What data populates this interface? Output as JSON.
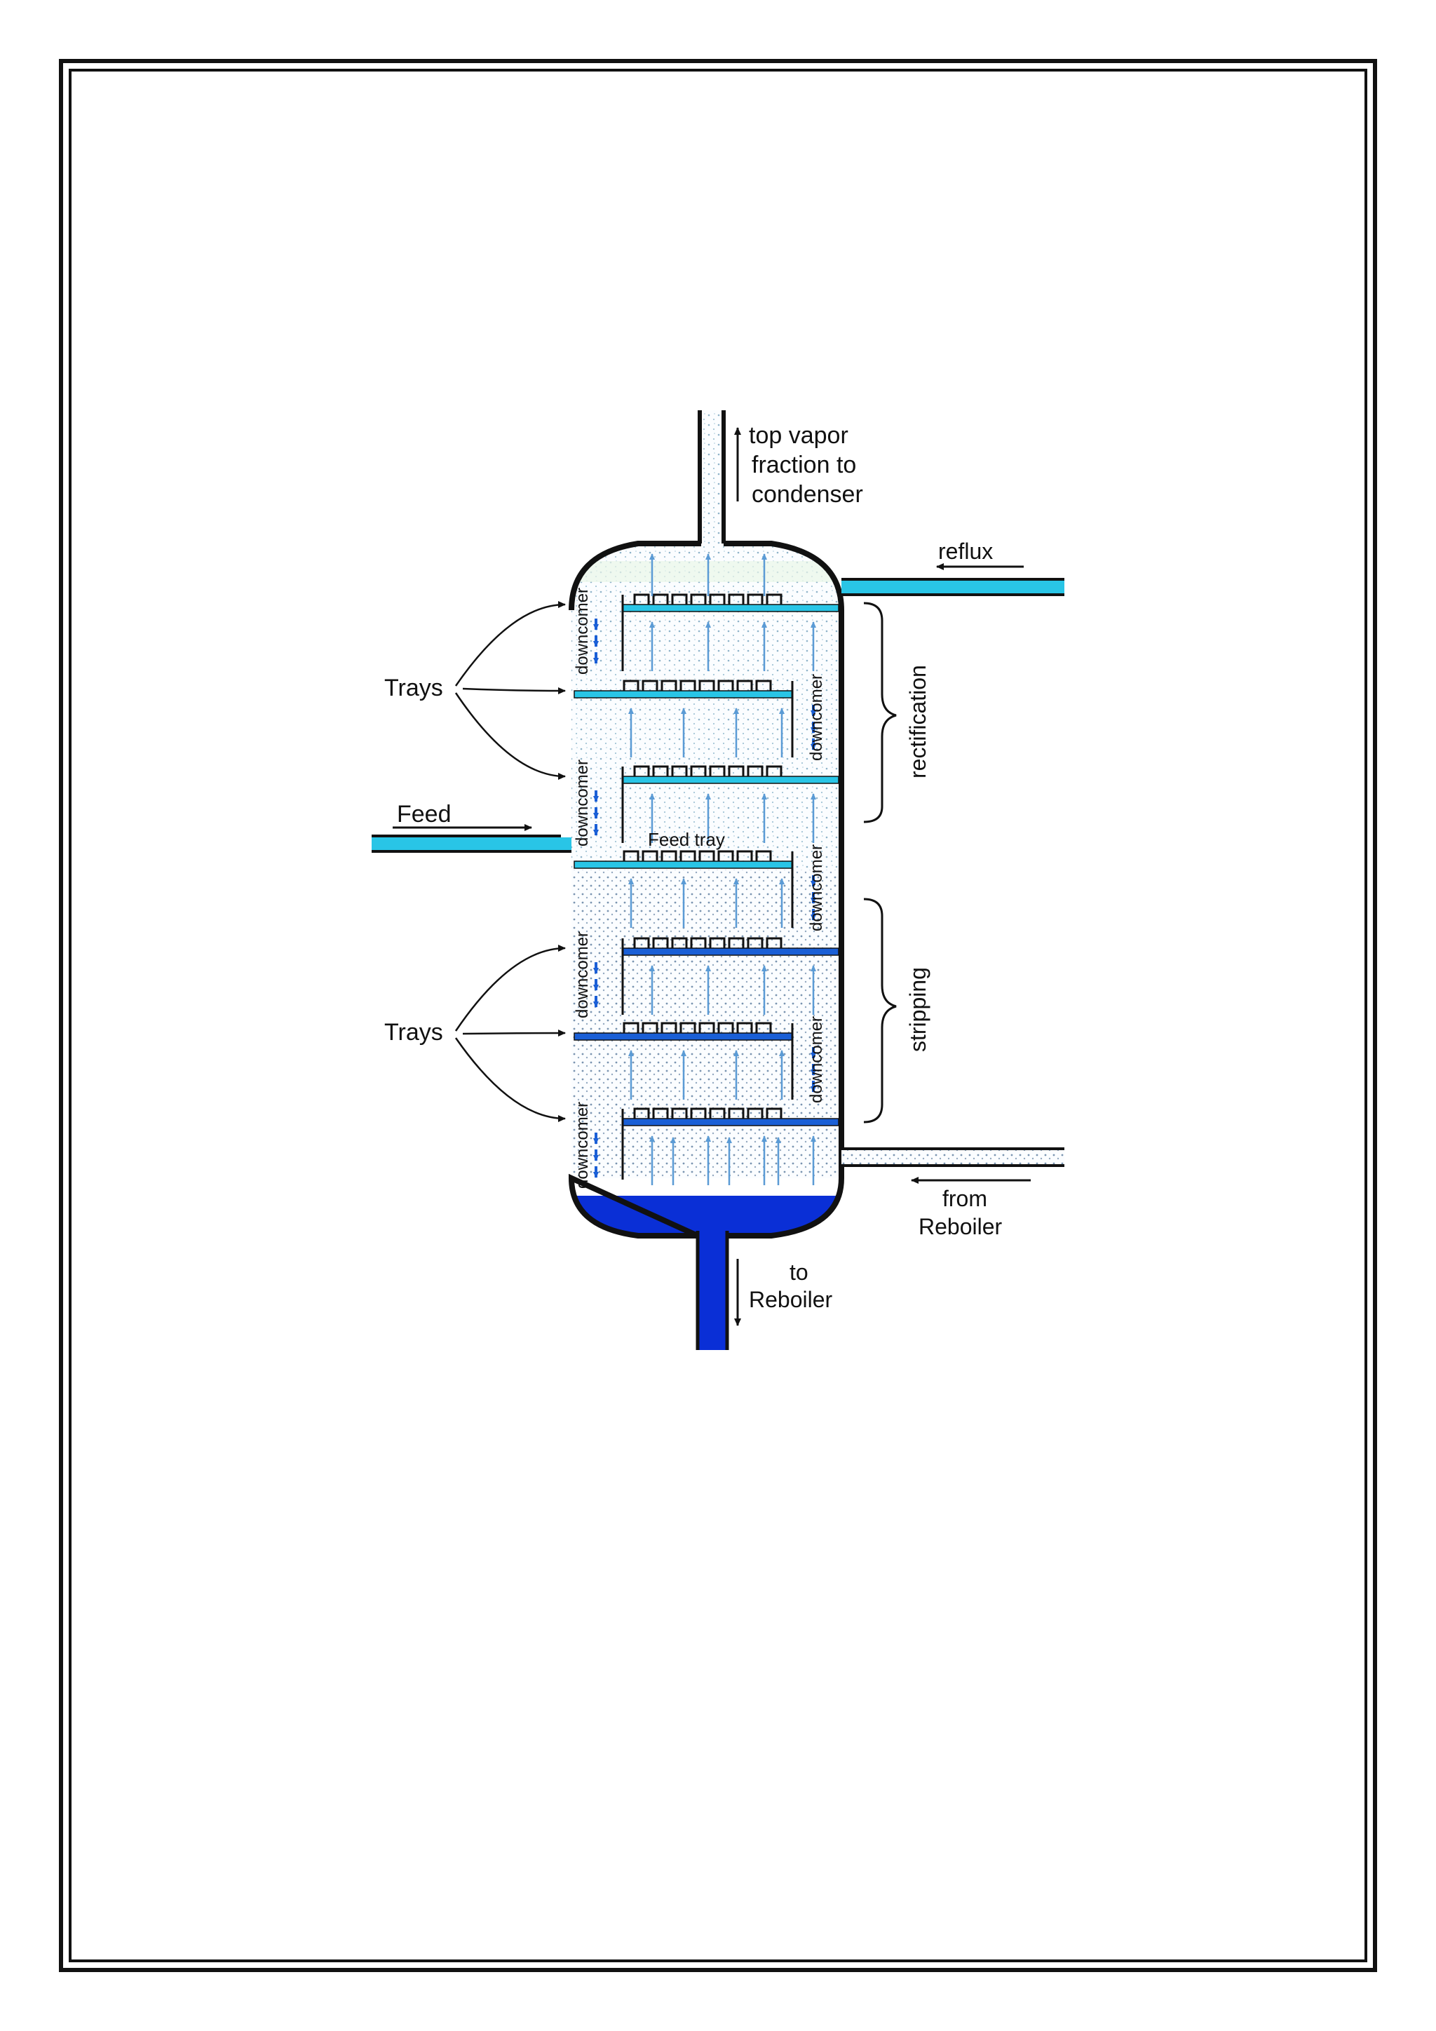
{
  "diagram": {
    "top_label": [
      "top vapor",
      "fraction to",
      "condenser"
    ],
    "reflux_label": "reflux",
    "feed_label": "Feed",
    "feed_tray_label": "Feed tray",
    "trays_label": "Trays",
    "downcomer_label": "downcomer",
    "rectification_label": "rectification",
    "stripping_label": "stripping",
    "from_reboiler_label": [
      "from",
      "Reboiler"
    ],
    "to_reboiler_label": [
      "to",
      "Reboiler"
    ],
    "colors": {
      "outline": "#111111",
      "light_liquid": "#29c5e6",
      "dark_liquid": "#1a5fd6",
      "bottoms": "#0a2fd6",
      "vapor_arrow": "#5b9bd5",
      "background_fill": "#f7fbfd"
    }
  }
}
